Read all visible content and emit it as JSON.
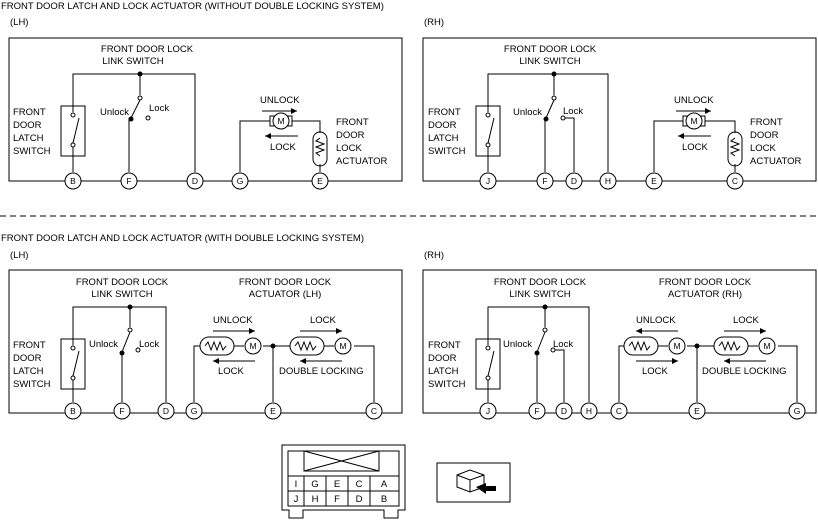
{
  "sections": {
    "without": {
      "title": "FRONT DOOR LATCH AND LOCK ACTUATOR (WITHOUT DOUBLE LOCKING SYSTEM)",
      "lh": {
        "side": "(LH)",
        "link_switch": [
          "FRONT DOOR LOCK",
          "LINK SWITCH"
        ],
        "latch_switch": [
          "FRONT",
          "DOOR",
          "LATCH",
          "SWITCH"
        ],
        "unlock_pos": "Unlock",
        "lock_pos": "Lock",
        "motor_unlock": "UNLOCK",
        "motor_lock": "LOCK",
        "motor": "M",
        "actuator": [
          "FRONT",
          "DOOR",
          "LOCK",
          "ACTUATOR"
        ],
        "terminals": [
          "B",
          "F",
          "D",
          "G",
          "E"
        ]
      },
      "rh": {
        "side": "(RH)",
        "link_switch": [
          "FRONT DOOR LOCK",
          "LINK SWITCH"
        ],
        "latch_switch": [
          "FRONT",
          "DOOR",
          "LATCH",
          "SWITCH"
        ],
        "unlock_pos": "Unlock",
        "lock_pos": "Lock",
        "motor_unlock": "UNLOCK",
        "motor_lock": "LOCK",
        "motor": "M",
        "actuator": [
          "FRONT",
          "DOOR",
          "LOCK",
          "ACTUATOR"
        ],
        "terminals": [
          "J",
          "F",
          "D",
          "H",
          "E",
          "C"
        ]
      }
    },
    "with": {
      "title": "FRONT DOOR LATCH AND LOCK ACTUATOR (WITH DOUBLE LOCKING SYSTEM)",
      "lh": {
        "side": "(LH)",
        "link_switch": [
          "FRONT DOOR LOCK",
          "LINK SWITCH"
        ],
        "actuator_title": [
          "FRONT DOOR LOCK",
          "ACTUATOR (LH)"
        ],
        "latch_switch": [
          "FRONT",
          "DOOR",
          "LATCH",
          "SWITCH"
        ],
        "unlock_pos": "Unlock",
        "lock_pos": "Lock",
        "motor1_unlock": "UNLOCK",
        "motor1_lock": "LOCK",
        "motor2_lock": "LOCK",
        "motor2_double": "DOUBLE LOCKING",
        "motor": "M",
        "terminals": [
          "B",
          "F",
          "D",
          "G",
          "E",
          "C"
        ]
      },
      "rh": {
        "side": "(RH)",
        "link_switch": [
          "FRONT DOOR LOCK",
          "LINK SWITCH"
        ],
        "actuator_title": [
          "FRONT DOOR LOCK",
          "ACTUATOR (RH)"
        ],
        "latch_switch": [
          "FRONT",
          "DOOR",
          "LATCH",
          "SWITCH"
        ],
        "unlock_pos": "Unlock",
        "lock_pos": "Lock",
        "motor1_unlock": "UNLOCK",
        "motor1_lock": "LOCK",
        "motor2_lock": "LOCK",
        "motor2_double": "DOUBLE LOCKING",
        "motor": "M",
        "terminals": [
          "J",
          "F",
          "D",
          "H",
          "C",
          "E",
          "G"
        ]
      }
    }
  },
  "connector": {
    "top_row": [
      "I",
      "G",
      "E",
      "C",
      "A"
    ],
    "bottom_row": [
      "J",
      "H",
      "F",
      "D",
      "B"
    ]
  }
}
